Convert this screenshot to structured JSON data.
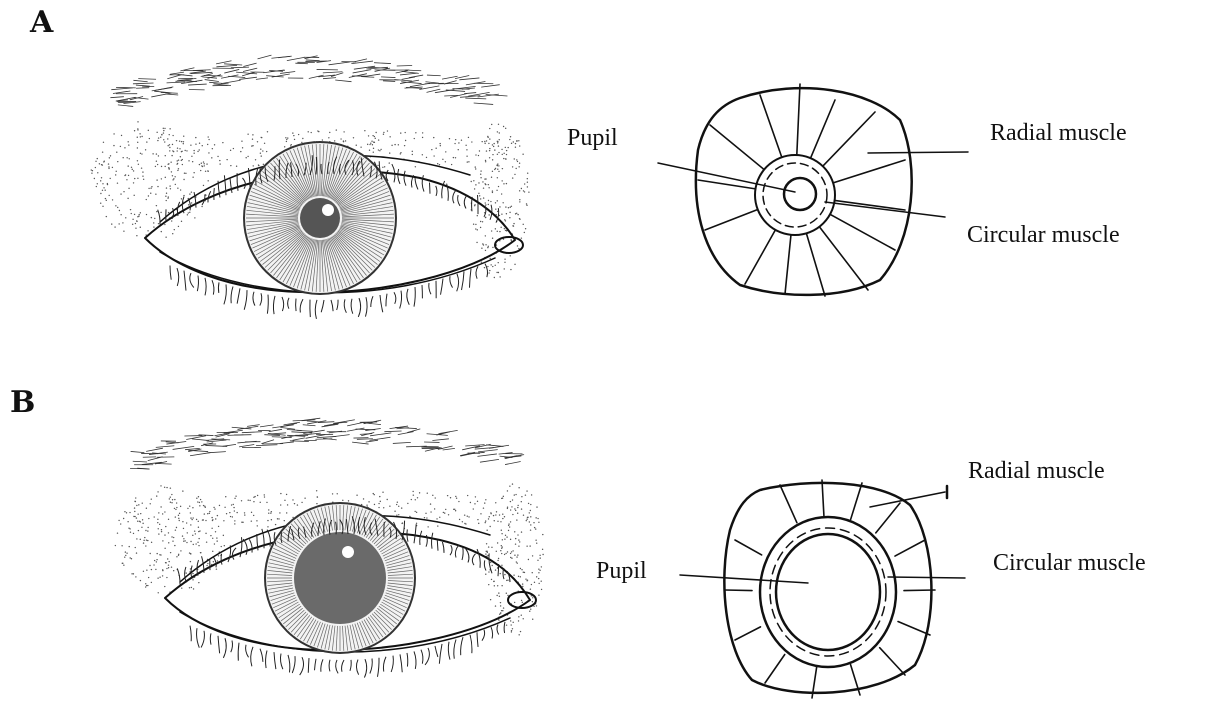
{
  "panels": [
    {
      "id": "A",
      "letter": "A",
      "labels": {
        "pupil": "Pupil",
        "radial": "Radial muscle",
        "circular": "Circular muscle"
      }
    },
    {
      "id": "B",
      "letter": "B",
      "labels": {
        "pupil": "Pupil",
        "radial": "Radial muscle",
        "circular": "Circular muscle"
      }
    }
  ],
  "pupil_state": {
    "A": "constricted",
    "B": "dilated"
  }
}
